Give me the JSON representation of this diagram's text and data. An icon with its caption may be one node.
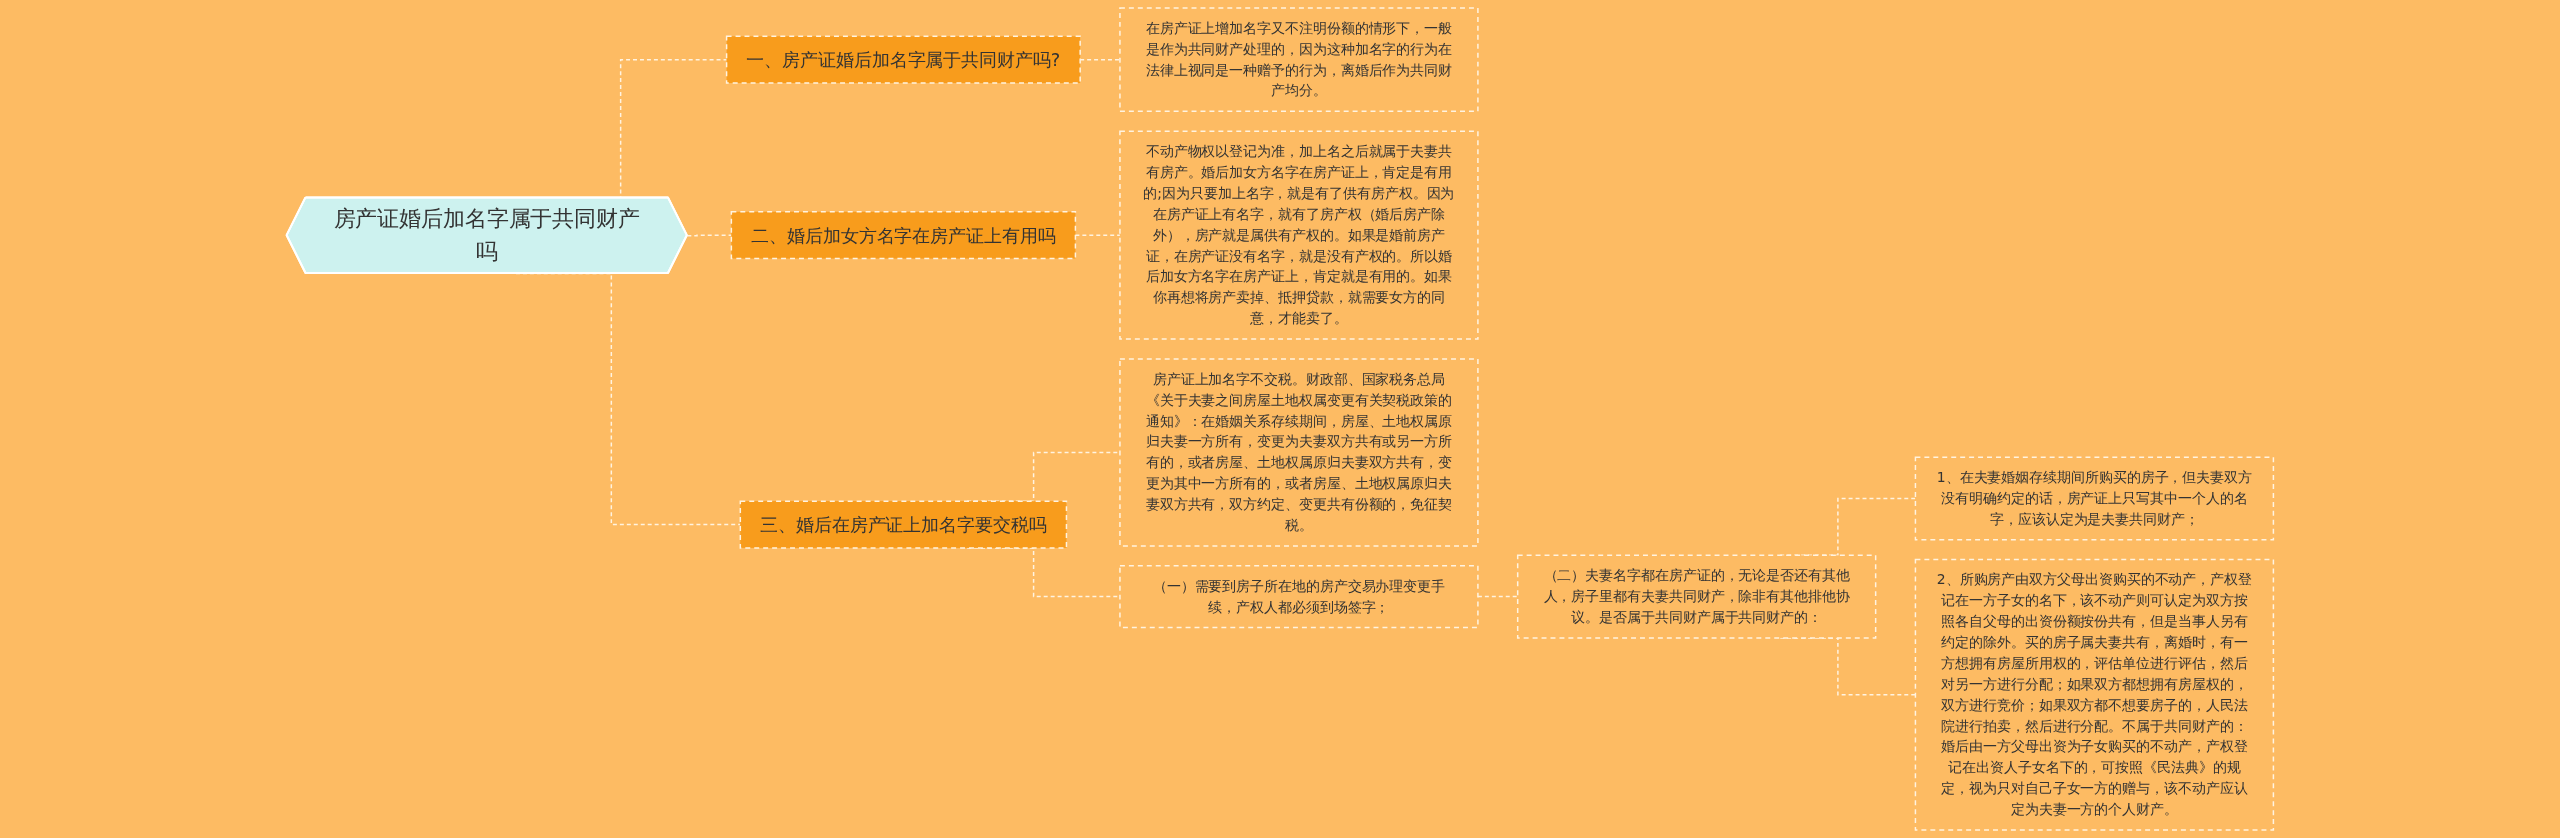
{
  "diagram": {
    "nodes": [
      {
        "text": [
          "房产证婚后加名字属于共同财产吗"
        ]
      },
      {
        "text": [
          "一、房产证婚后加名字属于共同财产吗?"
        ]
      },
      {
        "text": [
          "在房产证上增加名字又不注明份额的情形下，一般是作为共同财产处理的，因为这种加名字的行为在法律上视同是一种赠予的行为，离婚后作为共同财产均分。"
        ]
      },
      {
        "text": [
          "二、婚后加女方名字在房产证上有用吗"
        ]
      },
      {
        "text": [
          "不动产物权以登记为准，加上名之后就属于夫妻共有房产。婚后加女方名字在房产证上，肯定是有用的;因为只要加上名字，就是有了供有房产权。因为在房产证上有名字，就有了房产权（婚后房产除外），房产就是属供有产权的。如果是婚前房产证，在房产证没有名字，就是没有产权的。所以婚后加女方名字在房产证上，肯定就是有用的。如果你再想将房产卖掉、抵押贷款，就需要女方的同意，才能卖了。"
        ]
      },
      {
        "text": [
          "三、婚后在房产证上加名字要交税吗"
        ]
      },
      {
        "text": [
          "房产证上加名字不交税。财政部、国家税务总局《关于夫妻之间房屋土地权属变更有关契税政策的通知》：在婚姻关系存续期间，房屋、土地权属原归夫妻一方所有，变更为夫妻双方共有或另一方所有的，或者房屋、土地权属原归夫妻双方共有，变更为其中一方所有的，或者房屋、土地权属原归夫妻双方共有，双方约定、变更共有份额的，免征契税。"
        ]
      },
      {
        "text": [
          "（一）需要到房子所在地的房产交易办理变更手续，产权人都必须到场签字；"
        ]
      },
      {
        "text": [
          "（二）夫妻名字都在房产证的，无论是否还有其他人，房子里都有夫妻共同财产，除非有其他排他协议。是否属于共同财产属于共同财产的："
        ]
      },
      {
        "text": [
          "1、在夫妻婚姻存续期间所购买的房子，但夫妻双方没有明确约定的话，房产证上只写其中一个人的名字，应该认定为是夫妻共同财产；"
        ]
      },
      {
        "text": [
          "2、所购房产由双方父母出资购买的不动产，产权登记在一方子女的名下，该不动产则可认定为双方按照各自父母的出资份额按份共有，但是当事人另有约定的除外。买的房子属夫妻共有，离婚时，有一方想拥有房屋所用权的，评估单位进行评估，然后对另一方进行分配；如果双方都想拥有房屋权的，双方进行竞价；如果双方都不想要房子的，人民法院进行拍卖，然后进行分配。不属于共同财产的：婚后由一方父母出资为子女购买的不动产，产权登记在出资人子女名下的，可按照《民法典》的规定，视为只对自己子女一方的赠与，该不动产应认定为夫妻一方的个人财产。"
        ]
      }
    ],
    "edges": [
      {
        "from": 0,
        "to": 1,
        "arrow": "none",
        "style": "dashed"
      },
      {
        "from": 1,
        "to": 2,
        "arrow": "none",
        "style": "dashed"
      },
      {
        "from": 0,
        "to": 3,
        "arrow": "none",
        "style": "dashed"
      },
      {
        "from": 3,
        "to": 4,
        "arrow": "none",
        "style": "dashed"
      },
      {
        "from": 0,
        "to": 5,
        "arrow": "none",
        "style": "dashed"
      },
      {
        "from": 5,
        "to": 6,
        "arrow": "none",
        "style": "dashed"
      },
      {
        "from": 5,
        "to": 7,
        "arrow": "none",
        "style": "dashed"
      },
      {
        "from": 7,
        "to": 8,
        "arrow": "none",
        "style": "dashed"
      },
      {
        "from": 8,
        "to": 9,
        "arrow": "none",
        "style": "dashed"
      },
      {
        "from": 8,
        "to": 10,
        "arrow": "none",
        "style": "dashed"
      }
    ]
  }
}
